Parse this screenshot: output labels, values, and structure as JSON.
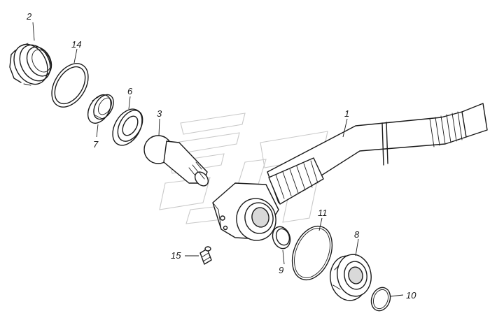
{
  "diagram": {
    "callouts": [
      {
        "id": "c2",
        "label": "2"
      },
      {
        "id": "c14",
        "label": "14"
      },
      {
        "id": "c6",
        "label": "6"
      },
      {
        "id": "c7",
        "label": "7"
      },
      {
        "id": "c3",
        "label": "3"
      },
      {
        "id": "c1",
        "label": "1"
      },
      {
        "id": "c15",
        "label": "15"
      },
      {
        "id": "c11",
        "label": "11"
      },
      {
        "id": "c9",
        "label": "9"
      },
      {
        "id": "c8",
        "label": "8"
      },
      {
        "id": "c10",
        "label": "10"
      }
    ]
  }
}
